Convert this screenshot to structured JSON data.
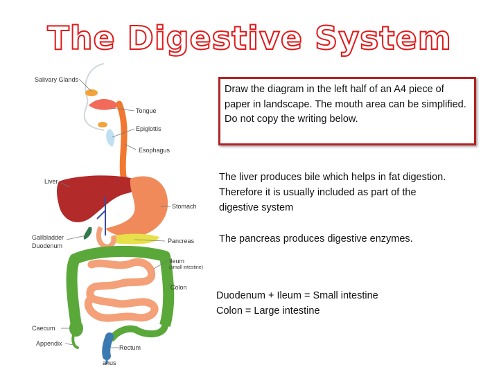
{
  "title": "The Digestive System",
  "instruction": "Draw the diagram in the left half of an A4 piece of paper in landscape. The mouth area can be simplified. Do not copy the writing below.",
  "notes": {
    "liver": "The liver produces bile which helps in fat digestion. Therefore it is usually included as part of the digestive system",
    "pancreas": "The pancreas produces digestive enzymes.",
    "small_intestine": "Duodenum + Ileum = Small intestine",
    "large_intestine": "Colon = Large intestine"
  },
  "diagram_labels": {
    "salivary_glands": "Salivary Glands",
    "tongue": "Tongue",
    "epiglottis": "Epiglottis",
    "esophagus": "Esophagus",
    "liver": "Liver",
    "stomach": "Stomach",
    "gallbladder": "Gallbladder",
    "duodenum": "Duodenum",
    "pancreas": "Pancreas",
    "ileum": "Ileum",
    "ileum_sub": "(small intestine)",
    "colon": "Colon",
    "caecum": "Caecum",
    "appendix": "Appendix",
    "rectum": "Rectum",
    "anus": "anus"
  },
  "colors": {
    "title_outline": "#e01a1a",
    "box_border": "#b22222",
    "esophagus": "#f07830",
    "liver": "#b22a2a",
    "stomach": "#f08a5a",
    "pancreas": "#e8e04a",
    "small_intestine": "#f4a078",
    "colon": "#5aa83a",
    "rectum": "#3a7ab0"
  }
}
